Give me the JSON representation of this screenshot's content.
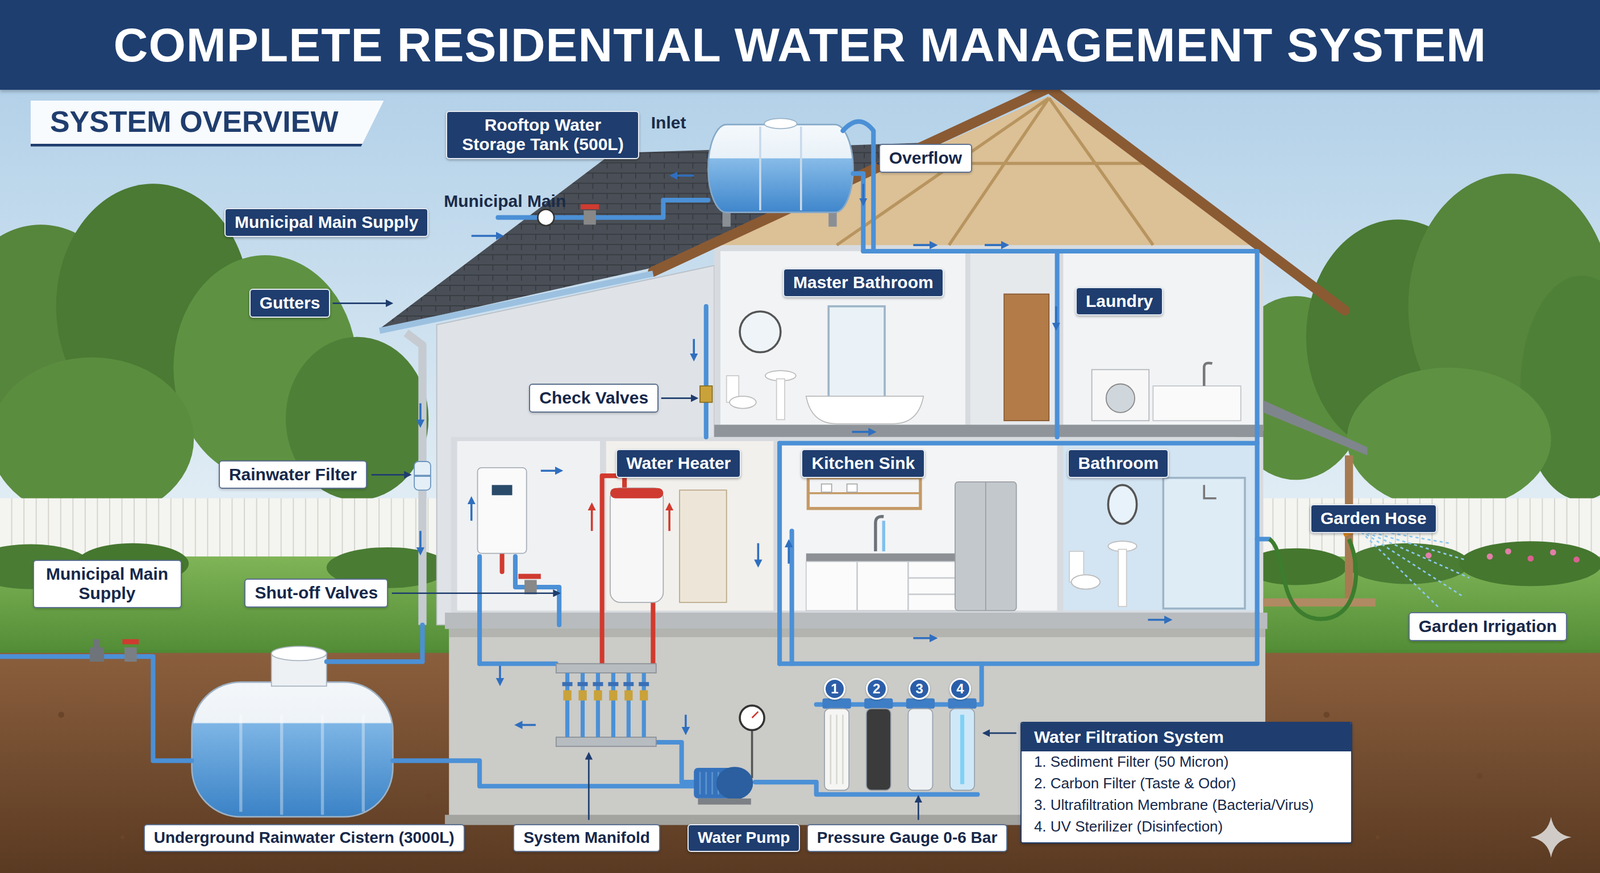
{
  "diagram": {
    "title": "COMPLETE RESIDENTIAL WATER MANAGEMENT SYSTEM",
    "nodes": [
      {
        "text": [
          "SYSTEM OVERVIEW"
        ]
      },
      {
        "text": [
          "Rooftop Water Storage Tank (500L)"
        ]
      },
      {
        "text": [
          "Overflow"
        ]
      },
      {
        "text": [
          "Municipal Main Supply"
        ]
      },
      {
        "text": [
          "Master Bathroom"
        ]
      },
      {
        "text": [
          "Gutters"
        ]
      },
      {
        "text": [
          "Laundry"
        ]
      },
      {
        "text": [
          "Check Valves"
        ]
      },
      {
        "text": [
          "Water Heater"
        ]
      },
      {
        "text": [
          "Kitchen Sink"
        ]
      },
      {
        "text": [
          "Bathroom"
        ]
      },
      {
        "text": [
          "Rainwater Filter"
        ]
      },
      {
        "text": [
          "Garden Hose"
        ]
      },
      {
        "text": [
          "Municipal Main Supply"
        ]
      },
      {
        "text": [
          "Shut-off Valves"
        ]
      },
      {
        "text": [
          "Garden Irrigation"
        ]
      },
      {
        "text": [
          "1"
        ]
      },
      {
        "text": [
          "2"
        ]
      },
      {
        "text": [
          "3"
        ]
      },
      {
        "text": [
          "4"
        ]
      },
      {
        "text": [
          "Water Filtration System",
          "1. Sediment Filter (50 Micron)",
          "2. Carbon Filter (Taste & Odor)",
          "3. Ultrafiltration Membrane (Bacteria/Virus)",
          "4. UV Sterilizer (Disinfection)"
        ]
      },
      {
        "text": [
          "Underground Rainwater Cistern (3000L)"
        ]
      },
      {
        "text": [
          "System Manifold"
        ]
      },
      {
        "text": [
          "Water Pump"
        ]
      },
      {
        "text": [
          "Pressure Gauge 0-6 Bar"
        ]
      }
    ],
    "labels": [
      "Inlet",
      "Municipal Main"
    ]
  }
}
